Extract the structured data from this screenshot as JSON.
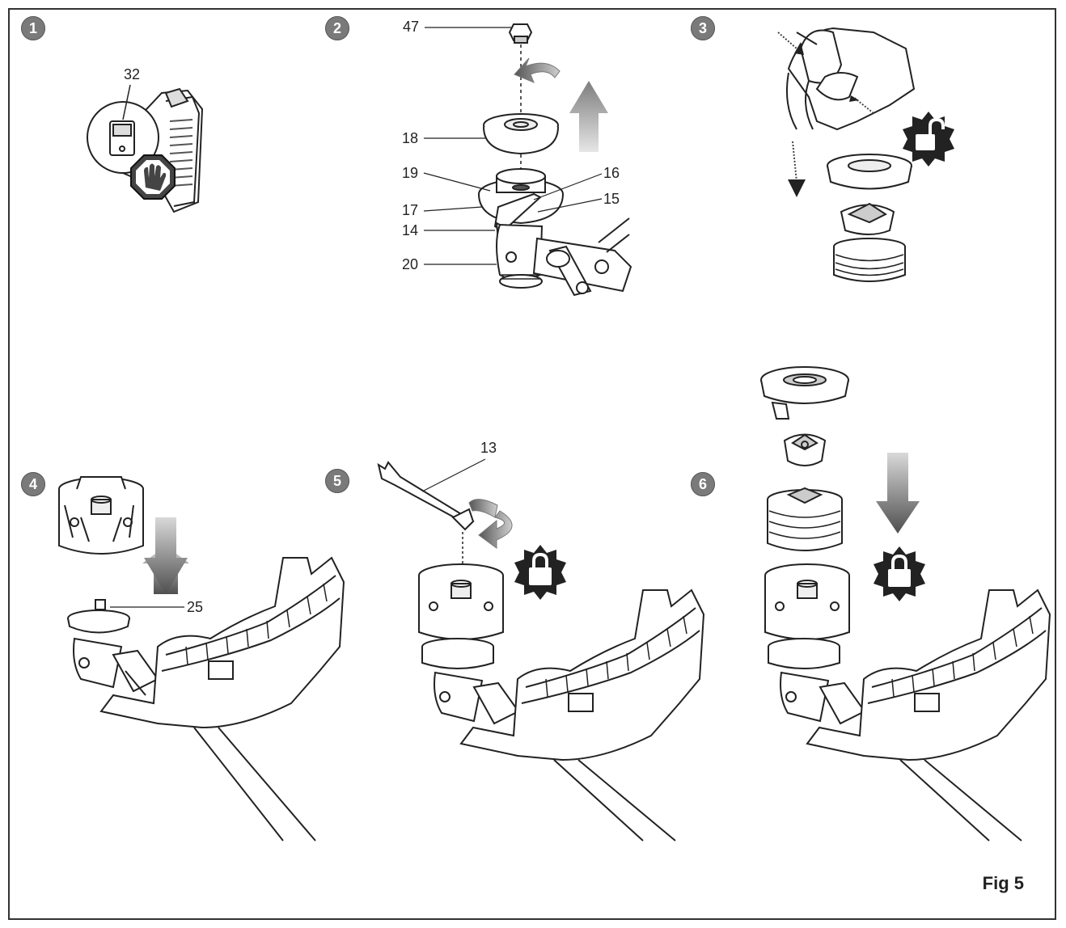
{
  "steps": [
    "1",
    "2",
    "3",
    "4",
    "5",
    "6"
  ],
  "callouts": {
    "c32": "32",
    "c47": "47",
    "c18": "18",
    "c19": "19",
    "c16": "16",
    "c17": "17",
    "c15": "15",
    "c14": "14",
    "c20": "20",
    "c13": "13",
    "c25": "25"
  },
  "figure_label": "Fig 5",
  "colors": {
    "badge": "#7a7a7a",
    "arrow_dark": "#555555",
    "arrow_light": "#d8d8d8",
    "line": "#222222"
  },
  "icons": [
    "stop-hand-icon",
    "rotate-arrow-icon",
    "up-arrow-icon",
    "unlock-icon",
    "down-arrow-icon",
    "lock-icon"
  ]
}
